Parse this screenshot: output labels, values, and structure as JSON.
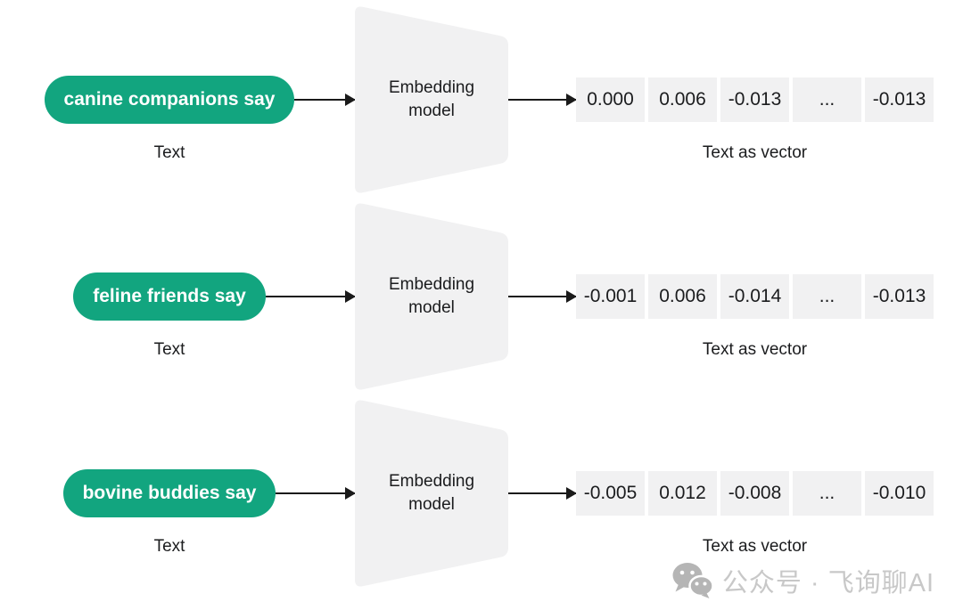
{
  "diagram": {
    "rows": [
      {
        "input_text": "canine companions say",
        "input_caption": "Text",
        "model_label": "Embedding\nmodel",
        "vector": [
          "0.000",
          "0.006",
          "-0.013",
          "...",
          "-0.013"
        ],
        "vector_caption": "Text as vector"
      },
      {
        "input_text": "feline friends say",
        "input_caption": "Text",
        "model_label": "Embedding\nmodel",
        "vector": [
          "-0.001",
          "0.006",
          "-0.014",
          "...",
          "-0.013"
        ],
        "vector_caption": "Text as vector"
      },
      {
        "input_text": "bovine buddies say",
        "input_caption": "Text",
        "model_label": "Embedding\nmodel",
        "vector": [
          "-0.005",
          "0.012",
          "-0.008",
          "...",
          "-0.010"
        ],
        "vector_caption": "Text as vector"
      }
    ]
  },
  "watermark": {
    "icon": "wechat-icon",
    "text": "公众号 · 飞询聊AI"
  },
  "colors": {
    "pill_green": "#12a57f",
    "shape_gray": "#f1f1f2",
    "arrow_black": "#1a1a1a",
    "text_dark": "#1b1c1e",
    "watermark_gray": "#c8c8c8"
  }
}
